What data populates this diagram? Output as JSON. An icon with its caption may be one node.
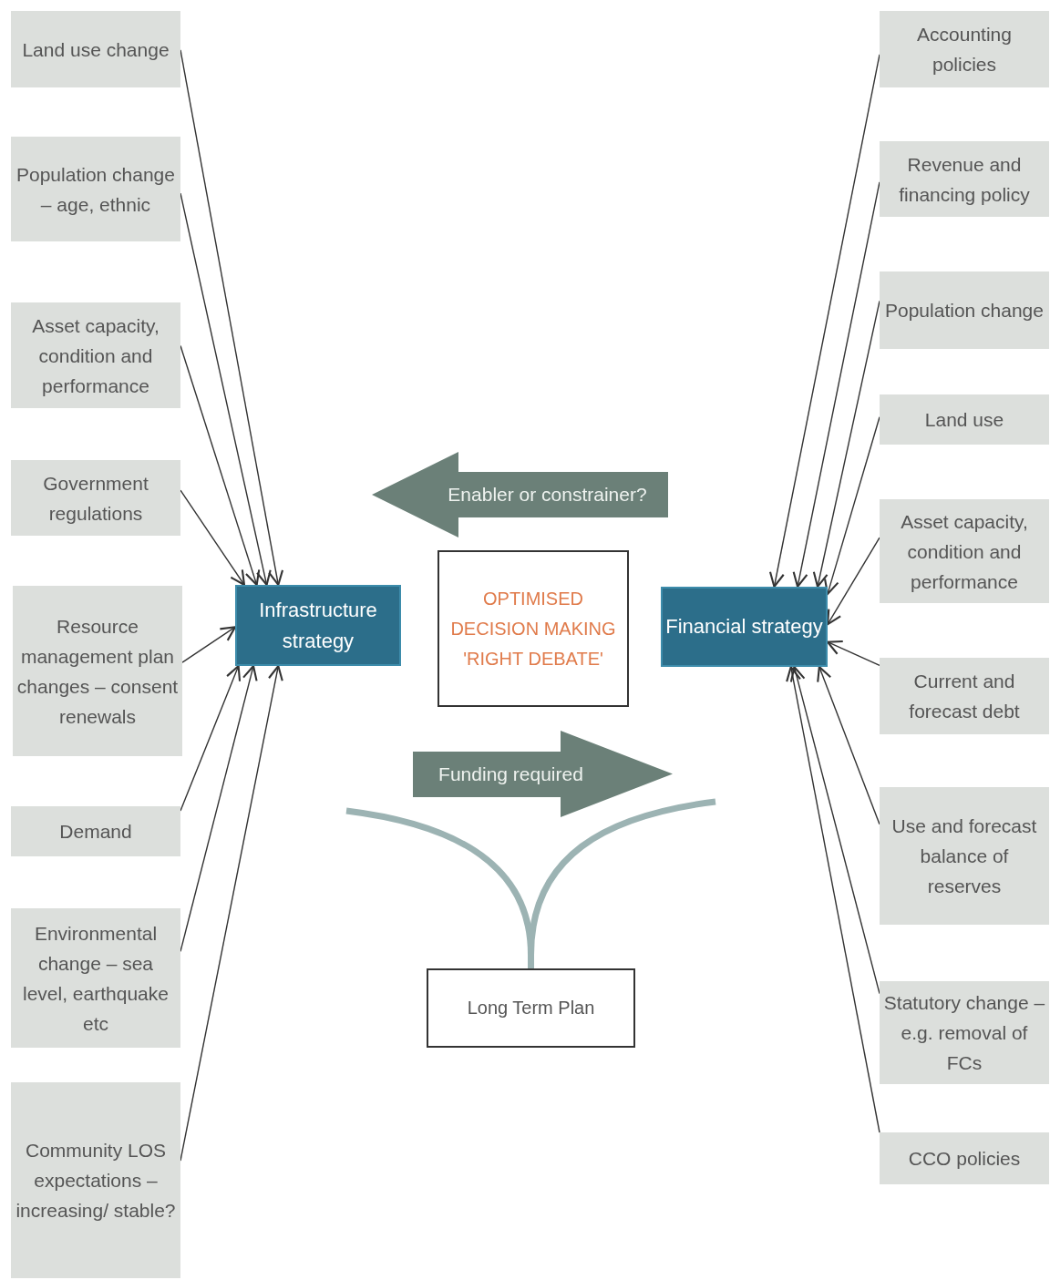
{
  "diagram": {
    "nodes": [
      {
        "text": [
          "Land use change"
        ]
      },
      {
        "text": [
          "Population change – age, ethnic"
        ]
      },
      {
        "text": [
          "Asset capacity, condition and performance"
        ]
      },
      {
        "text": [
          "Government regulations"
        ]
      },
      {
        "text": [
          "Resource management plan changes – consent renewals"
        ]
      },
      {
        "text": [
          "Demand"
        ]
      },
      {
        "text": [
          "Environmental change – sea level, earthquake etc"
        ]
      },
      {
        "text": [
          "Community LOS expectations – increasing/ stable?"
        ]
      },
      {
        "text": [
          "Infrastructure strategy"
        ]
      },
      {
        "text": [
          "Enabler or constrainer?"
        ]
      },
      {
        "text": [
          "OPTIMISED DECISION MAKING 'RIGHT DEBATE'"
        ]
      },
      {
        "text": [
          "Funding required"
        ]
      },
      {
        "text": [
          "Long Term Plan"
        ]
      },
      {
        "text": [
          "Financial strategy"
        ]
      },
      {
        "text": [
          "Accounting policies"
        ]
      },
      {
        "text": [
          "Revenue and financing policy"
        ]
      },
      {
        "text": [
          "Population change"
        ]
      },
      {
        "text": [
          "Land use"
        ]
      },
      {
        "text": [
          "Asset capacity, condition and performance"
        ]
      },
      {
        "text": [
          "Current and forecast debt"
        ]
      },
      {
        "text": [
          "Use and forecast balance of reserves"
        ]
      },
      {
        "text": [
          "Statutory change – e.g. removal of FCs"
        ]
      },
      {
        "text": [
          "CCO policies"
        ]
      }
    ],
    "edges": [
      {
        "from": 0,
        "to": 8,
        "arrow": "to"
      },
      {
        "from": 1,
        "to": 8,
        "arrow": "to"
      },
      {
        "from": 2,
        "to": 8,
        "arrow": "to"
      },
      {
        "from": 3,
        "to": 8,
        "arrow": "to"
      },
      {
        "from": 4,
        "to": 8,
        "arrow": "to"
      },
      {
        "from": 5,
        "to": 8,
        "arrow": "to"
      },
      {
        "from": 6,
        "to": 8,
        "arrow": "to"
      },
      {
        "from": 7,
        "to": 8,
        "arrow": "to"
      },
      {
        "from": 14,
        "to": 13,
        "arrow": "to"
      },
      {
        "from": 15,
        "to": 13,
        "arrow": "to"
      },
      {
        "from": 16,
        "to": 13,
        "arrow": "to"
      },
      {
        "from": 17,
        "to": 13,
        "arrow": "to"
      },
      {
        "from": 18,
        "to": 13,
        "arrow": "to"
      },
      {
        "from": 19,
        "to": 13,
        "arrow": "to"
      },
      {
        "from": 20,
        "to": 13,
        "arrow": "to"
      },
      {
        "from": 21,
        "to": 13,
        "arrow": "to"
      },
      {
        "from": 22,
        "to": 13,
        "arrow": "to"
      },
      {
        "from": null,
        "to": 12,
        "arrow": "none",
        "style": "thick",
        "color": "#9cb3b3"
      },
      {
        "from": null,
        "to": 12,
        "arrow": "none",
        "style": "thick",
        "color": "#9cb3b3"
      }
    ]
  }
}
